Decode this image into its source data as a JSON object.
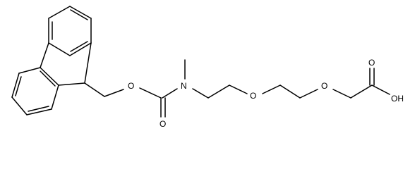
{
  "molecule": {
    "atoms": {
      "nitrogen": "N",
      "ether_oxygen_1": "O",
      "ether_oxygen_2": "O",
      "carbamate_ester_oxygen": "O",
      "carbamate_carbonyl_oxygen": "O",
      "acid_carbonyl_oxygen": "O",
      "acid_hydroxyl": "OH"
    }
  },
  "colors": {
    "bond": "#000000",
    "label": "#000000",
    "background": "#ffffff"
  }
}
